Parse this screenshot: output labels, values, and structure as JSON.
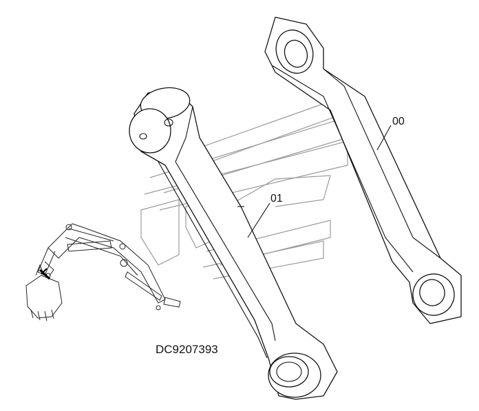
{
  "diagram": {
    "callouts": [
      {
        "id": "callout-00",
        "label": "00"
      },
      {
        "id": "callout-01",
        "label": "01"
      }
    ],
    "doc_id": "DC9207393"
  }
}
